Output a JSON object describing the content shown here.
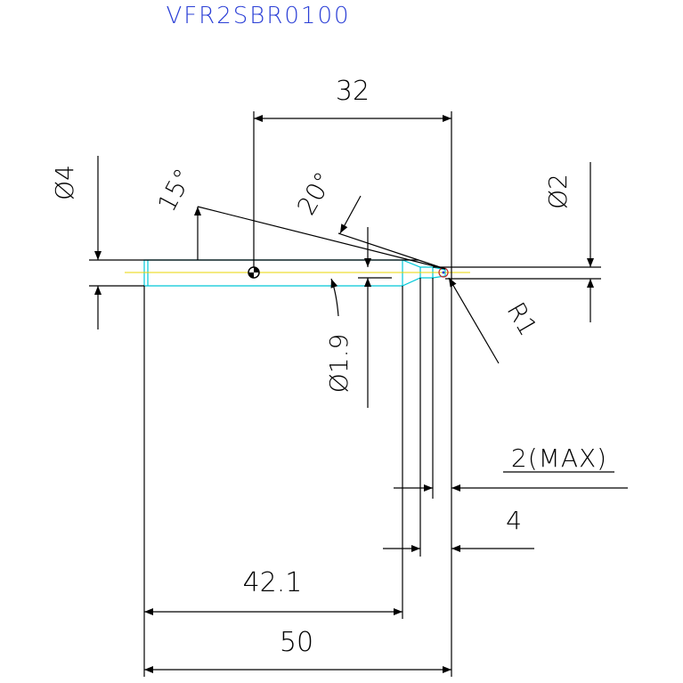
{
  "drawing": {
    "title": "VFR2SBR0100"
  },
  "colors": {
    "title": "#2b3fd6",
    "line": "#000000",
    "tool_outline": "#00c8d8",
    "centerline": "#e8d400",
    "tip_marker": "#c0282b",
    "background": "#ffffff"
  },
  "dimensions": {
    "total_length": "50",
    "shank_length": "42.1",
    "center_offset": "32",
    "shank_diameter": "Ø4",
    "tip_diameter": "Ø2",
    "neck_diameter": "Ø1.9",
    "tip_radius": "R1",
    "angle_15": "15°",
    "angle_20": "20°",
    "tip_length_max": "2(MAX)",
    "neck_length": "4"
  }
}
